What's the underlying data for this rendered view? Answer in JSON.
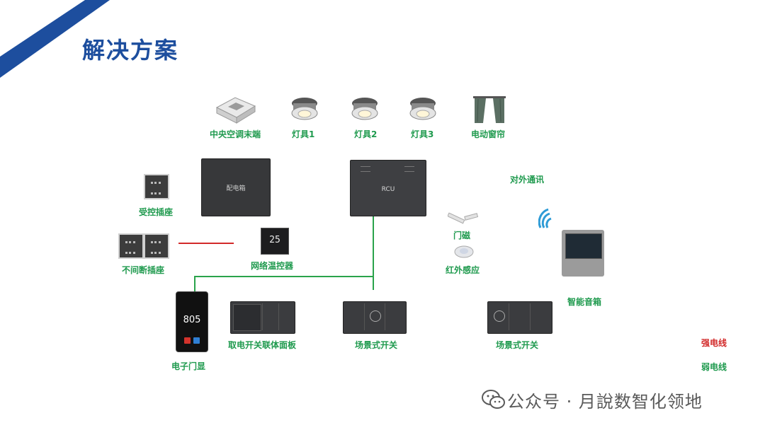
{
  "page": {
    "title": "解决方案"
  },
  "colors": {
    "accent_blue": "#1d4e9e",
    "label_green": "#1f9a4e",
    "strong_wire": "#d22a2a",
    "weak_wire": "#2aa34b"
  },
  "devices": {
    "ac": "中央空调末端",
    "lamp1": "灯具1",
    "lamp2": "灯具2",
    "lamp3": "灯具3",
    "curtain": "电动窗帘",
    "dist_box": "配电箱",
    "rcu": "RCU",
    "comm": "对外通讯",
    "controlled_socket": "受控插座",
    "uninterrupted_socket": "不间断插座",
    "thermostat": "网络温控器",
    "thermostat_reading": "25",
    "door_sensor": "门磁",
    "ir_sensor": "红外感应",
    "smart_speaker": "智能音箱",
    "door_display": "电子门显",
    "door_number": "805",
    "card_panel": "取电开关联体面板",
    "scene_switch_1": "场景式开关",
    "scene_switch_2": "场景式开关"
  },
  "legend": {
    "strong": "强电线",
    "weak": "弱电线"
  },
  "watermark": {
    "text": "公众号 · 月說数智化领地",
    "icon": "wechat-icon"
  }
}
